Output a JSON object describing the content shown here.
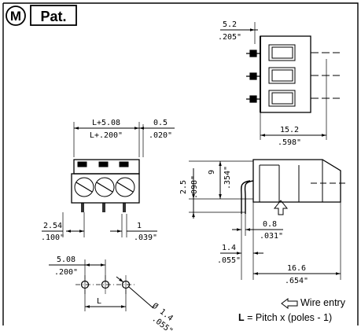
{
  "badges": {
    "marking": "M",
    "patent": "Pat."
  },
  "top_view": {
    "offset_mm": "5.2",
    "offset_in": ".205\"",
    "width_mm": "15.2",
    "width_in": ".598\""
  },
  "front_view": {
    "span_mm": "L+5.08",
    "span_in": "L+.200\"",
    "edge_mm": "0.5",
    "edge_in": ".020\"",
    "left_mm": "2.54",
    "left_in": ".100\"",
    "pin_mm": "1",
    "pin_in": ".039\""
  },
  "side_view": {
    "height_mm": "9",
    "height_in": ".354\"",
    "pin_len_mm": "2.5",
    "pin_len_in": ".098\"",
    "pin_w_mm": "0.8",
    "pin_w_in": ".031\"",
    "pin_off_mm": "1.4",
    "pin_off_in": ".055\"",
    "depth_mm": "16.6",
    "depth_in": ".654\""
  },
  "footprint": {
    "pitch_mm": "5.08",
    "pitch_in": ".200\"",
    "hole_mm": "1.4",
    "hole_in": ".055\"",
    "pitch_symbol": "L",
    "diameter_symbol": "Ø"
  },
  "legend": {
    "wire_entry": "Wire entry",
    "formula_symbol": "L",
    "formula_text": "= Pitch x (poles - 1)"
  },
  "colors": {
    "line": "#000000",
    "background": "#ffffff"
  }
}
